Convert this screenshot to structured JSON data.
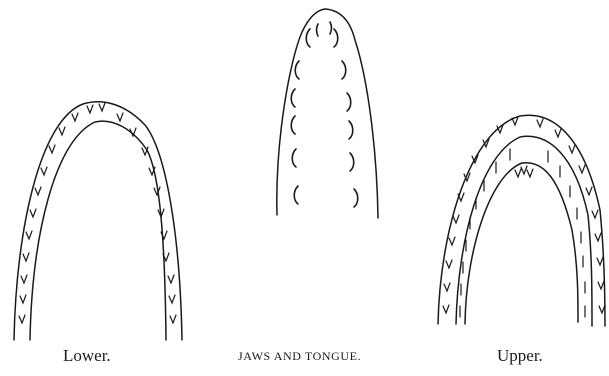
{
  "figure": {
    "captions": {
      "lower": "Lower.",
      "center": "JAWS AND TONGUE.",
      "upper": "Upper."
    },
    "panels": [
      {
        "id": "lower",
        "icon": "lower-jaw-arch-icon"
      },
      {
        "id": "tongue",
        "icon": "tongue-icon"
      },
      {
        "id": "upper",
        "icon": "upper-jaw-arch-icon"
      }
    ],
    "colors": {
      "ink": "#1a1a1a",
      "paper": "#ffffff"
    }
  }
}
